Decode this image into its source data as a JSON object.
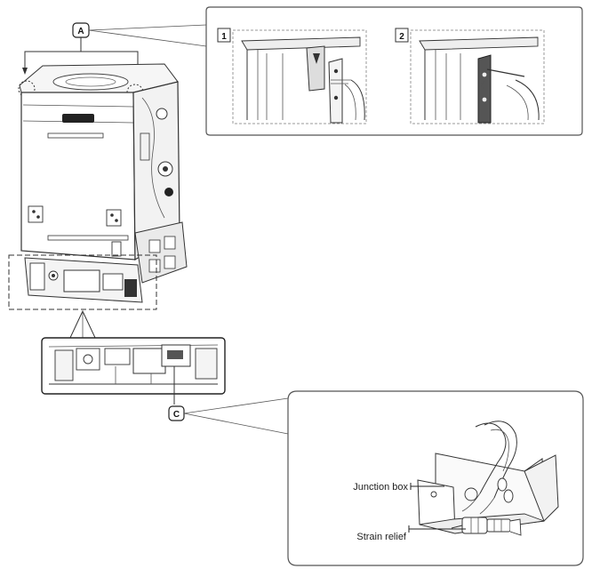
{
  "callouts": {
    "a": "A",
    "c": "C"
  },
  "detail_steps": {
    "step1": "1",
    "step2": "2"
  },
  "junction_panel": {
    "junction_box_label": "Junction box",
    "strain_relief_label": "Strain relief"
  },
  "colors": {
    "line": "#333333",
    "panel_border": "#555555",
    "bracket_highlight": "#555555",
    "background": "#ffffff"
  }
}
